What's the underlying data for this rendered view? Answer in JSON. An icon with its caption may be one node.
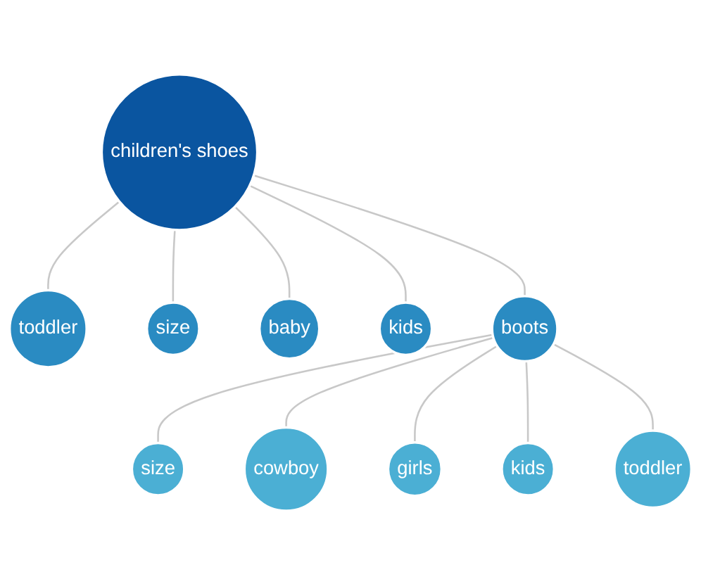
{
  "diagram": {
    "nodes": [
      {
        "text": [
          "toddler"
        ]
      },
      {
        "text": [
          "size"
        ]
      },
      {
        "text": [
          "baby"
        ]
      },
      {
        "text": [
          "children's shoes"
        ]
      },
      {
        "text": [
          "kids"
        ]
      },
      {
        "text": [
          "size"
        ]
      },
      {
        "text": [
          "boots"
        ]
      },
      {
        "text": [
          "cowboy"
        ]
      },
      {
        "text": [
          "girls"
        ]
      },
      {
        "text": [
          "kids"
        ]
      },
      {
        "text": [
          "toddler"
        ]
      }
    ],
    "edges": [
      {
        "from": 3,
        "to": 0,
        "arrow": "none"
      },
      {
        "from": 3,
        "to": 1,
        "arrow": "none"
      },
      {
        "from": 3,
        "to": 2,
        "arrow": "none"
      },
      {
        "from": 3,
        "to": 4,
        "arrow": "none"
      },
      {
        "from": 3,
        "to": 6,
        "arrow": "none"
      },
      {
        "from": 6,
        "to": 5,
        "arrow": "none"
      },
      {
        "from": 6,
        "to": 7,
        "arrow": "none"
      },
      {
        "from": 6,
        "to": 8,
        "arrow": "none"
      },
      {
        "from": 6,
        "to": 9,
        "arrow": "none"
      },
      {
        "from": 6,
        "to": 10,
        "arrow": "none"
      }
    ]
  }
}
